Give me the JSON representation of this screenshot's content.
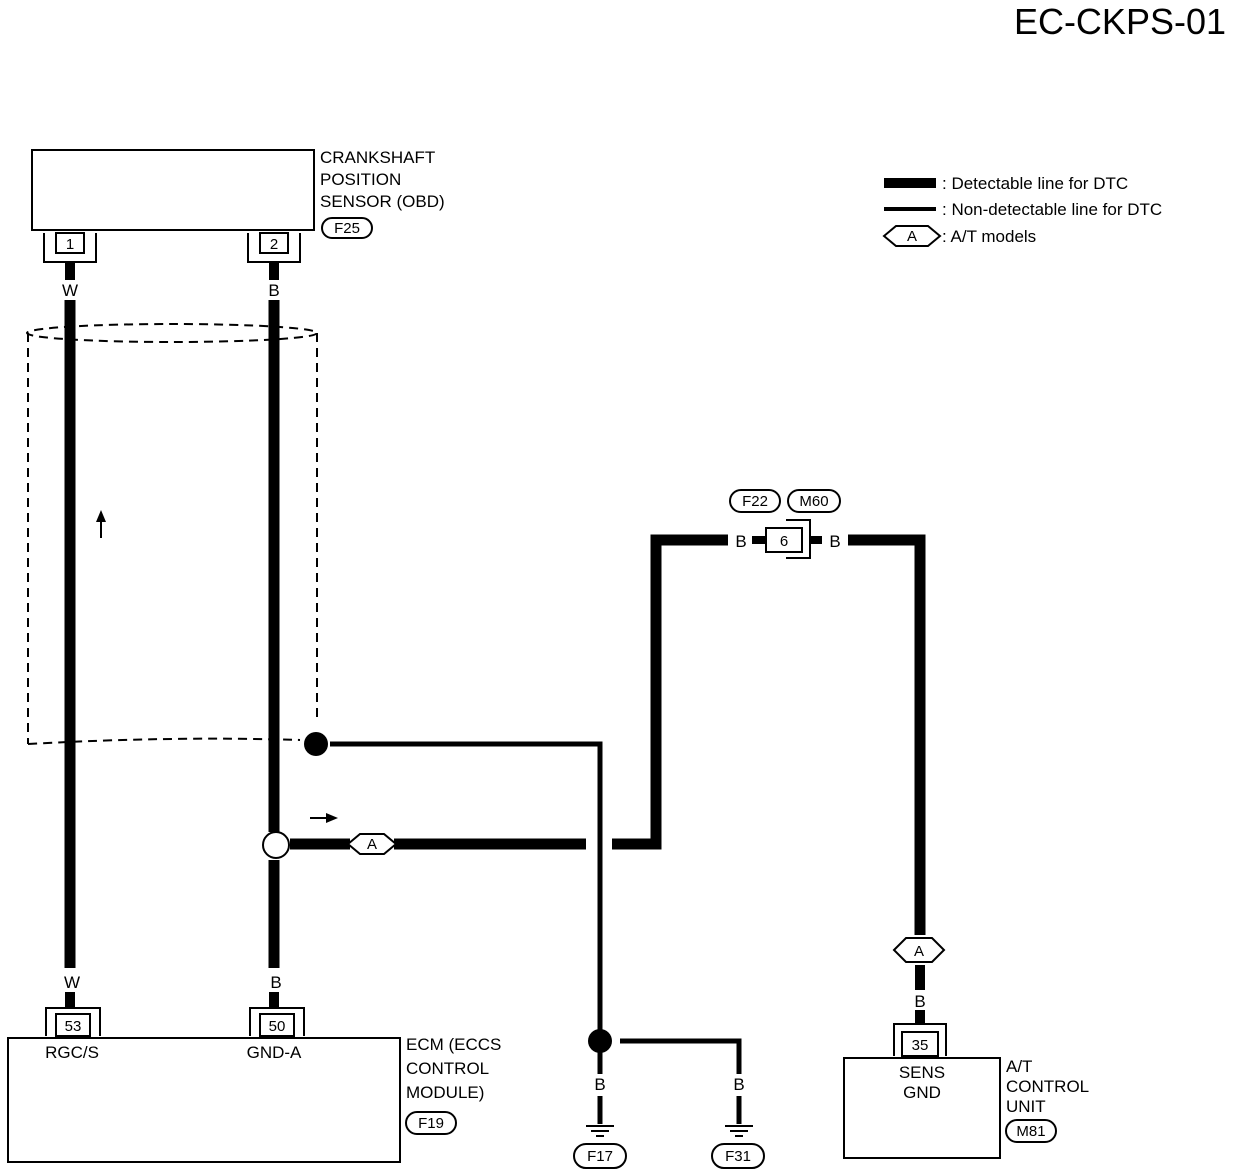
{
  "diagram_id": "EC-CKPS-01",
  "legend": {
    "detectable": ": Detectable line for DTC",
    "non_detectable": ": Non-detectable line for DTC",
    "at_symbol": "A",
    "at_models": ": A/T models"
  },
  "crank_sensor": {
    "label_lines": [
      "CRANKSHAFT",
      "POSITION",
      "SENSOR (OBD)"
    ],
    "connector": "F25",
    "pins": [
      "1",
      "2"
    ],
    "wire_colors": [
      "W",
      "B"
    ]
  },
  "ecm": {
    "label_lines": [
      "ECM (ECCS",
      "CONTROL",
      "MODULE)"
    ],
    "connector": "F19",
    "pins": [
      "53",
      "50"
    ],
    "terminals": [
      "RGC/S",
      "GND-A"
    ],
    "wire_colors": [
      "W",
      "B"
    ]
  },
  "junction_connector": {
    "connectors": [
      "F22",
      "M60"
    ],
    "pin": "6",
    "wire_colors": [
      "B",
      "B"
    ]
  },
  "at_marker": "A",
  "grounds": {
    "wire_colors": [
      "B",
      "B"
    ],
    "connectors": [
      "F17",
      "F31"
    ]
  },
  "at_control_unit": {
    "pin": "35",
    "terminal_lines": [
      "SENS",
      "GND"
    ],
    "label_lines": [
      "A/T",
      "CONTROL",
      "UNIT"
    ],
    "connector": "M81",
    "wire_color": "B"
  }
}
